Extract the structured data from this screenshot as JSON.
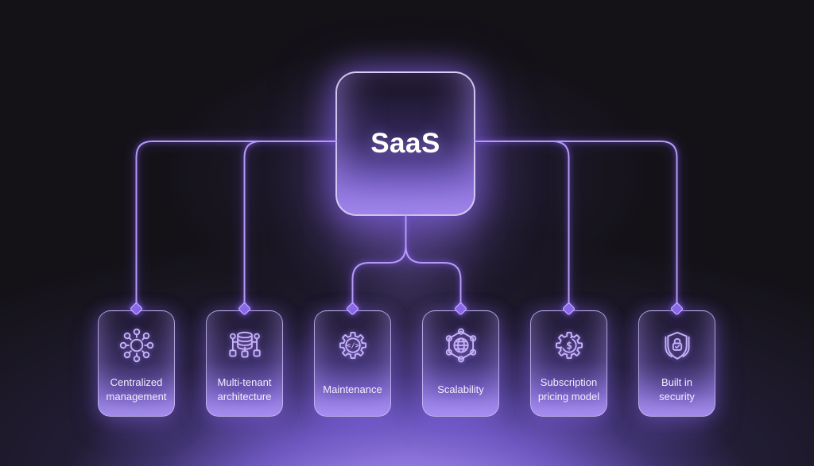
{
  "title": "SaaS",
  "cards": [
    {
      "icon": "hub-network-icon",
      "label_line1": "Centralized",
      "label_line2": "management"
    },
    {
      "icon": "database-network-icon",
      "label_line1": "Multi-tenant",
      "label_line2": "architecture"
    },
    {
      "icon": "gear-code-icon",
      "label_line1": "Maintenance",
      "label_line2": ""
    },
    {
      "icon": "globe-network-icon",
      "label_line1": "Scalability",
      "label_line2": ""
    },
    {
      "icon": "gear-dollar-icon",
      "label_line1": "Subscription",
      "label_line2": "pricing model"
    },
    {
      "icon": "shield-lock-icon",
      "label_line1": "Built in",
      "label_line2": "security"
    }
  ],
  "icon_glyphs": {
    "gear_code_text": "</>",
    "gear_dollar_text": "$"
  },
  "colors": {
    "background_dark": "#141217",
    "bottom_glow": "#9a82e8",
    "connector_line": "#b49af5",
    "diamond_fill": "#8a66ec",
    "node_border": "#ded4fa",
    "icon_stroke": "#c6b4f6",
    "title_text": "#ffffff",
    "label_text": "#f3effc"
  }
}
